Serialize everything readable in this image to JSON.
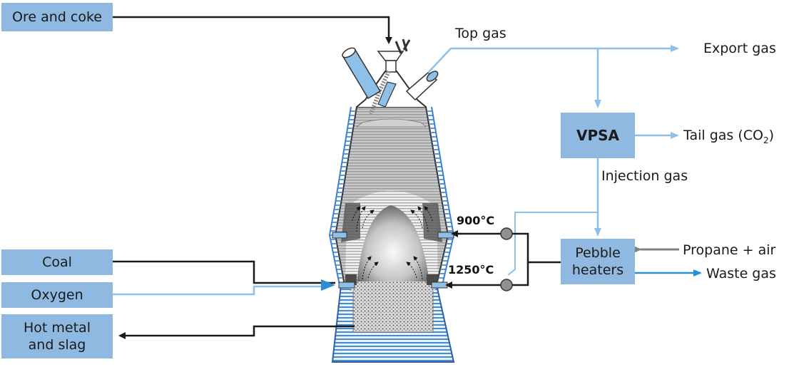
{
  "inputs": {
    "ore_and_coke": "Ore and coke",
    "coal": "Coal",
    "oxygen": "Oxygen",
    "hot_metal": "Hot metal\nand slag"
  },
  "gas_flows": {
    "top_gas": "Top gas",
    "export_gas": "Export gas",
    "tail_gas": "Tail gas (CO",
    "tail_gas_sub": "2",
    "tail_gas_end": ")",
    "injection_gas": "Injection gas",
    "propane_air": "Propane + air",
    "waste_gas": "Waste gas"
  },
  "units": {
    "vpsa": "VPSA",
    "pebble_heaters": "Pebble\nheaters"
  },
  "temperatures": {
    "upper": "900°C",
    "lower": "1250°C"
  },
  "colors": {
    "box_fill": "#8fb9e0",
    "gas_line": "#8ec0e8",
    "dark_line": "#1a1a1a",
    "waste_arrow": "#2a8fd0",
    "propane_arrow": "#808080",
    "furnace_blue": "#3d7fd0"
  }
}
